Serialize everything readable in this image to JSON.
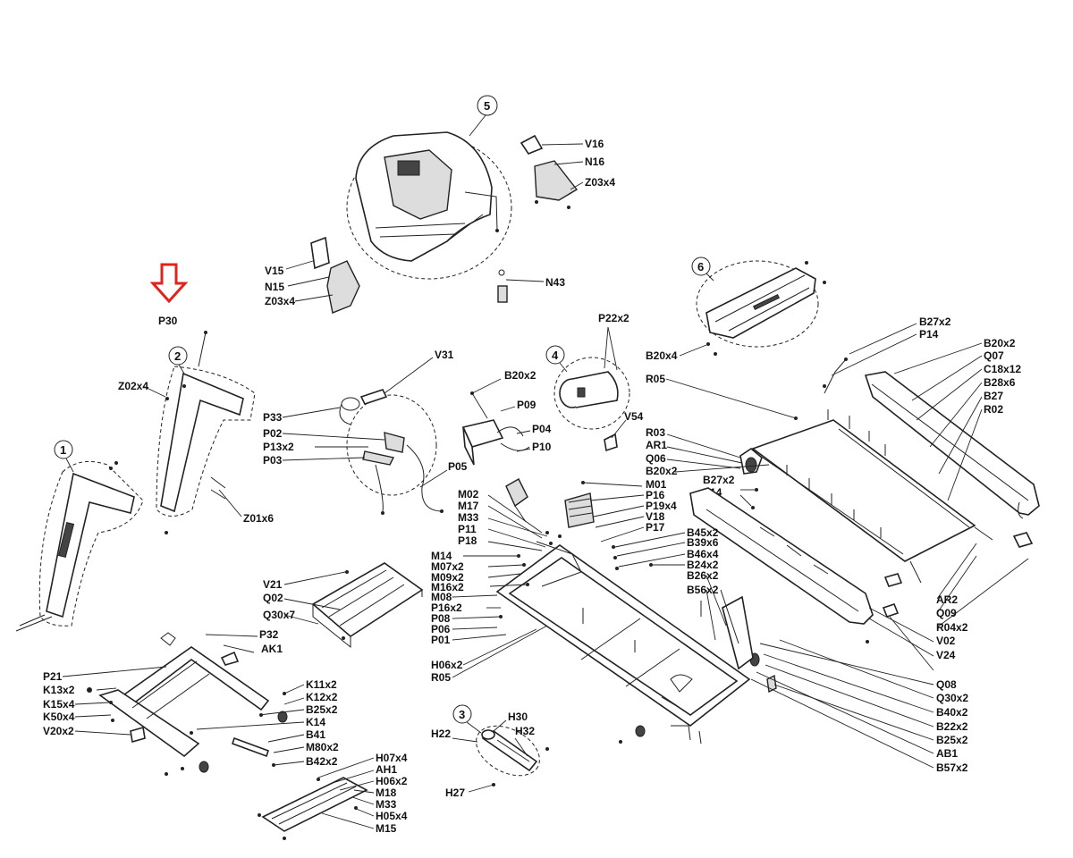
{
  "callout": {
    "label": "P30",
    "arrow_color": "#e0241b"
  },
  "assemblies": [
    "1",
    "2",
    "3",
    "4",
    "5",
    "6"
  ],
  "labels": {
    "v16": "V16",
    "n16": "N16",
    "z03x4_b": "Z03x4",
    "v15": "V15",
    "n15": "N15",
    "z03x4_a": "Z03x4",
    "n43": "N43",
    "z02x4": "Z02x4",
    "z01x6": "Z01x6",
    "v31": "V31",
    "p33": "P33",
    "p02": "P02",
    "p13x2": "P13x2",
    "p03": "P03",
    "p05": "P05",
    "b20x2_a": "B20x2",
    "p09": "P09",
    "p04": "P04",
    "p10": "P10",
    "p22x2": "P22x2",
    "v54": "V54",
    "b20x4": "B20x4",
    "b27x2_a": "B27x2",
    "p14_a": "P14",
    "b20x2_b": "B20x2",
    "q07": "Q07",
    "c18x12": "C18x12",
    "b28x6": "B28x6",
    "b27": "B27",
    "r02": "R02",
    "r05_a": "R05",
    "r03": "R03",
    "ar1": "AR1",
    "q06": "Q06",
    "b20x2_c": "B20x2",
    "b27x2_b": "B27x2",
    "p14_b": "P14",
    "m02": "M02",
    "m17": "M17",
    "m33_a": "M33",
    "p11": "P11",
    "p18": "P18",
    "m01": "M01",
    "p16": "P16",
    "p19x4": "P19x4",
    "v18": "V18",
    "p17": "P17",
    "b45x2": "B45x2",
    "b39x6": "B39x6",
    "b46x4": "B46x4",
    "b24x2": "B24x2",
    "b26x2": "B26x2",
    "b56x2": "B56x2",
    "m14": "M14",
    "m07x2": "M07x2",
    "m09x2": "M09x2",
    "m16x2": "M16x2",
    "m08": "M08",
    "p16x2": "P16x2",
    "p08": "P08",
    "p06": "P06",
    "p01": "P01",
    "h06x2_a": "H06x2",
    "r05_b": "R05",
    "ar2": "AR2",
    "q09": "Q09",
    "r04x2": "R04x2",
    "v02": "V02",
    "v24": "V24",
    "q08": "Q08",
    "q30x2": "Q30x2",
    "b40x2": "B40x2",
    "b22x2": "B22x2",
    "b25x2_b": "B25x2",
    "ab1": "AB1",
    "b57x2": "B57x2",
    "v21": "V21",
    "q02": "Q02",
    "q30x7": "Q30x7",
    "p32": "P32",
    "ak1": "AK1",
    "p21": "P21",
    "k13x2": "K13x2",
    "k15x4": "K15x4",
    "k50x4": "K50x4",
    "v20x2": "V20x2",
    "k11x2": "K11x2",
    "k12x2": "K12x2",
    "b25x2_a": "B25x2",
    "k14": "K14",
    "b41": "B41",
    "m80x2": "M80x2",
    "b42x2": "B42x2",
    "h07x4": "H07x4",
    "ah1": "AH1",
    "h06x2_b": "H06x2",
    "m18": "M18",
    "m33_b": "M33",
    "h05x4": "H05x4",
    "m15": "M15",
    "h30": "H30",
    "h22": "H22",
    "h32": "H32",
    "h27": "H27"
  }
}
